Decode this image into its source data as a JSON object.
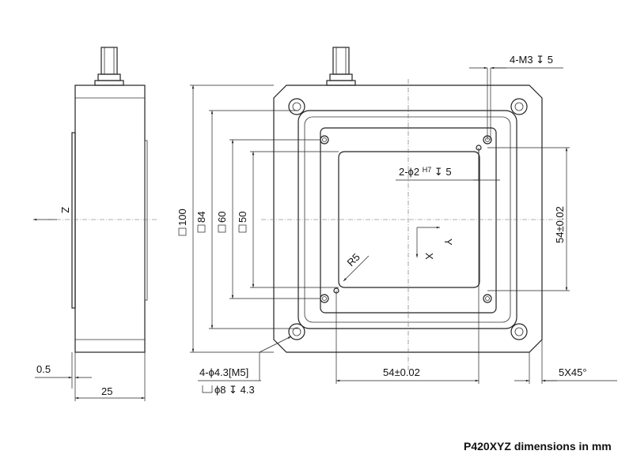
{
  "title": "P420XYZ dimensions in mm",
  "side_view": {
    "axis_label": "Z",
    "dim_thickness": "25",
    "dim_step": "0.5"
  },
  "front_view": {
    "dim_outer": "100",
    "dim_inner_frame": "84",
    "dim_platform": "60",
    "dim_aperture": "50",
    "dim_hole_spacing_vertical": "54±0.02",
    "dim_hole_spacing_horizontal": "54±0.02",
    "chamfer": "5X45°",
    "corner_radius": "R5",
    "top_thread_callout": "4-M3",
    "top_thread_depth": "5",
    "pin_callout_prefix": "2-ϕ2",
    "pin_tolerance": "H7",
    "pin_depth": "5",
    "mount_hole_callout": "4-ϕ4.3[M5]",
    "counterbore_diameter": "ϕ8",
    "counterbore_depth": "4.3",
    "axis_x": "X",
    "axis_y": "Y"
  }
}
